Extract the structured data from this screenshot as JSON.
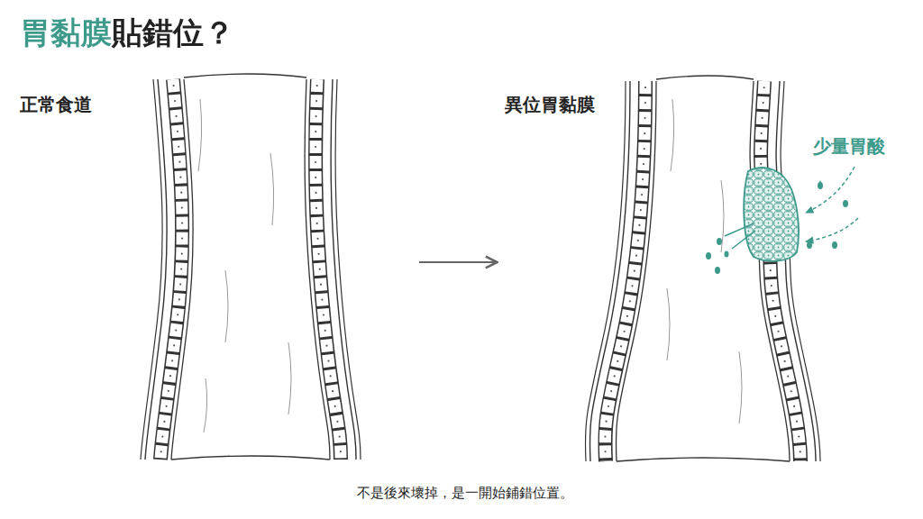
{
  "diagram": {
    "title": "胃黏膜貼錯位？",
    "caption": "不是後來壞掉，是一開始鋪錯位置。",
    "labels": [
      "正常食道",
      "異位胃黏膜",
      "少量胃酸"
    ]
  }
}
